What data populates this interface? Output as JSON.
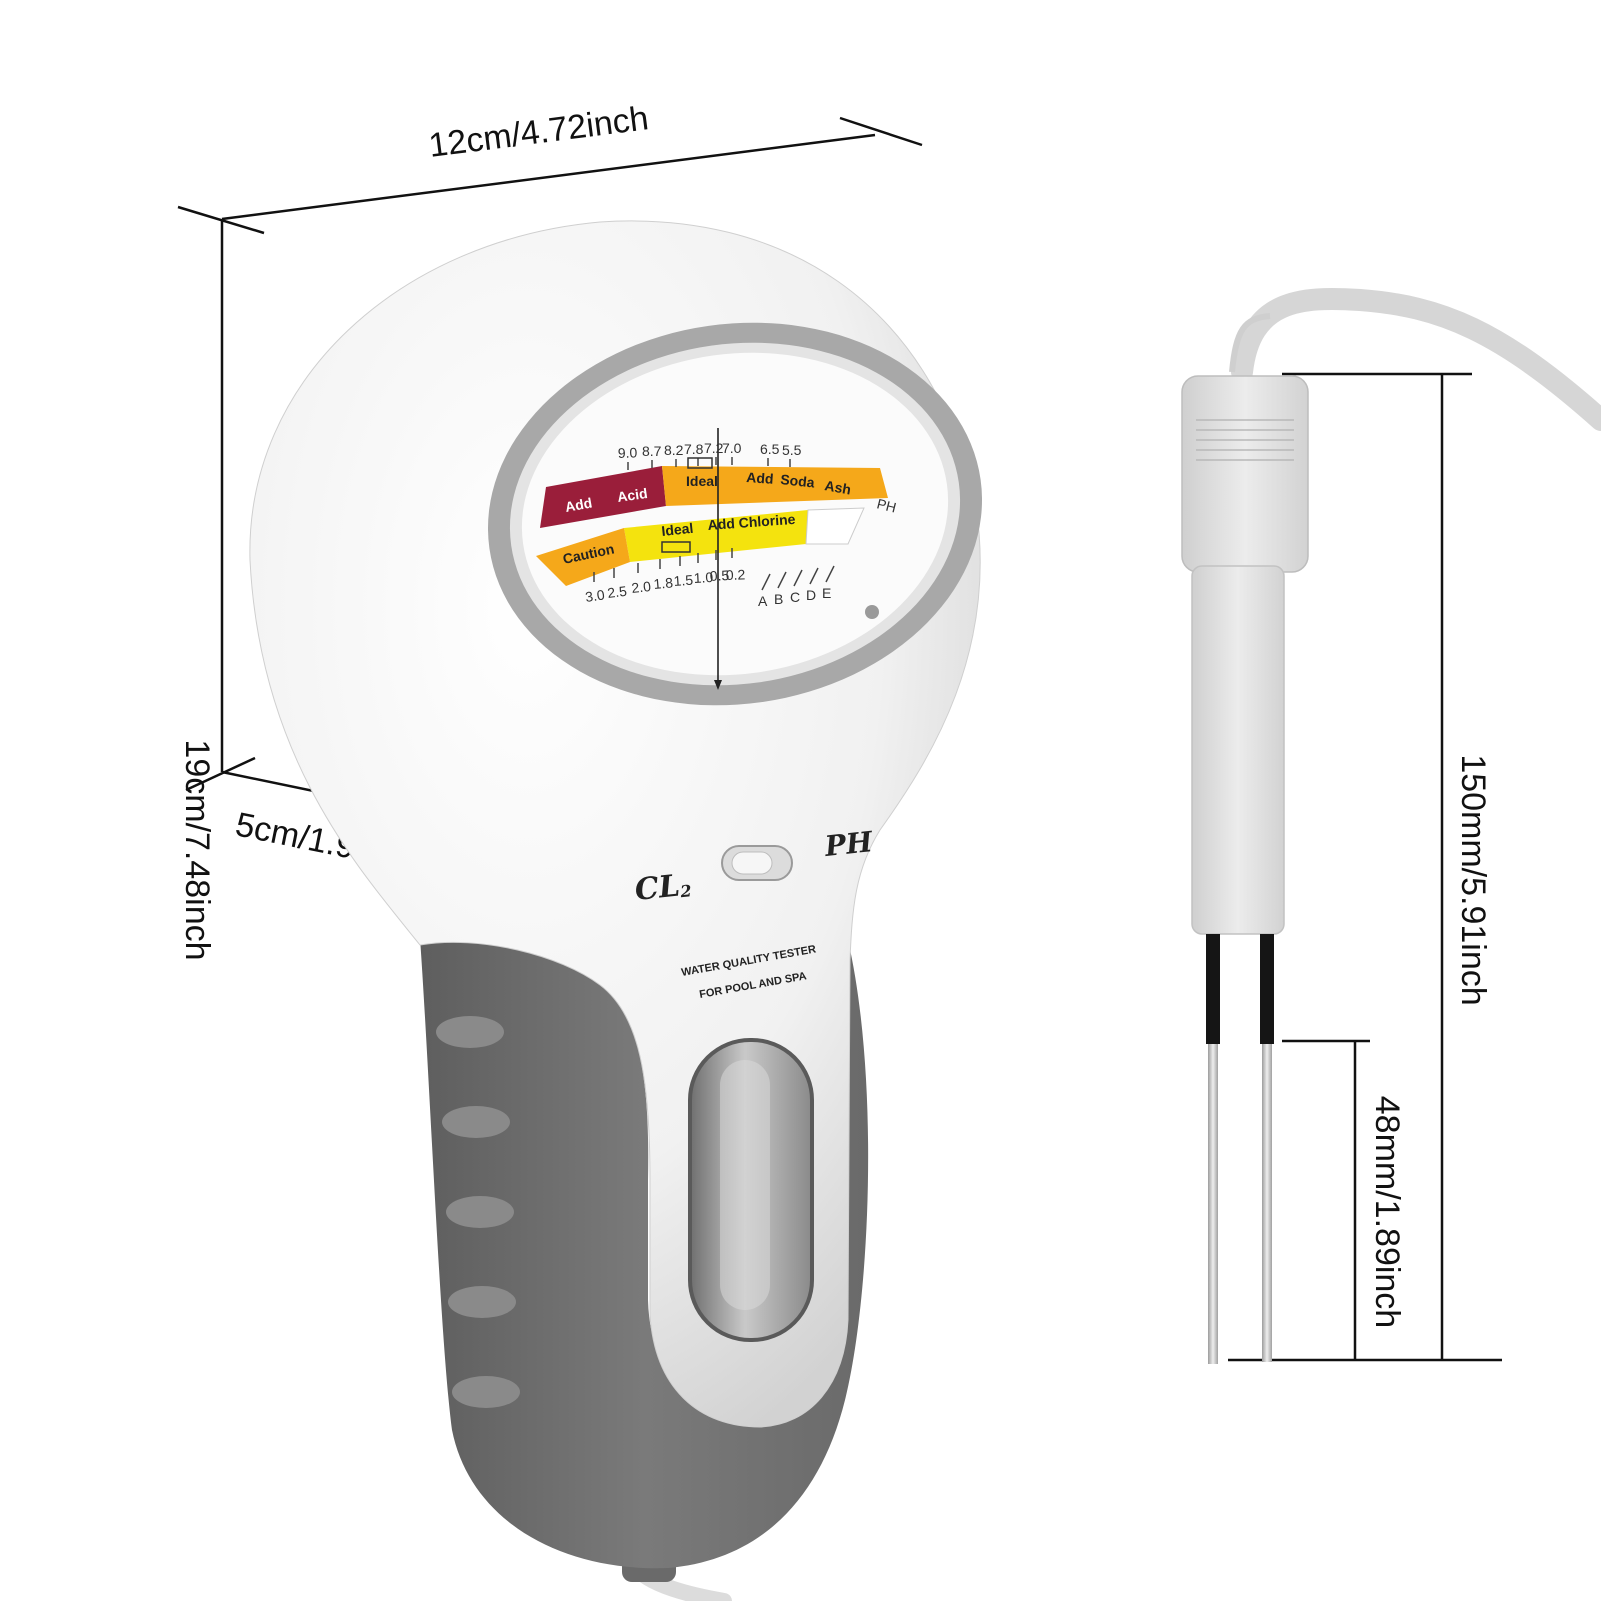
{
  "dimensions": {
    "width_label": "12cm/4.72inch",
    "height_label": "19cm/7.48inch",
    "depth_label": "5cm/1.97inch",
    "probe_length_label": "150mm/5.91inch",
    "pin_length_label": "48mm/1.89inch"
  },
  "dial": {
    "ph_scale_numbers": [
      "9.0",
      "8.7",
      "8.2",
      "7.8",
      "7.2",
      "7.0",
      "6.5",
      "5.5"
    ],
    "ph_band_labels": [
      "Add",
      "Acid",
      "Ideal",
      "Add",
      "Soda",
      "Ash"
    ],
    "ph_label": "PH",
    "cl_band_labels": [
      "Caution",
      "Ideal",
      "Add Chlorine"
    ],
    "cl_scale_numbers": [
      "3.0",
      "2.5",
      "2.0",
      "1.8",
      "1.5",
      "1.0",
      "0.5",
      "0.2"
    ],
    "abc_letters": [
      "A",
      "B",
      "C",
      "D",
      "E"
    ]
  },
  "device": {
    "switch_left_label": "CL",
    "switch_left_subscript": "2",
    "switch_right_label": "PH",
    "title_line1": "WATER QUALITY TESTER",
    "title_line2": "FOR POOL AND SPA"
  },
  "colors": {
    "body": "#f2f2f2",
    "grip": "#707070",
    "dial_ring": "#a8a8a8",
    "band_acid": "#9a1e3a",
    "band_orange": "#f5a81a",
    "band_yellow": "#f4e30e",
    "dim_line": "#111111"
  }
}
